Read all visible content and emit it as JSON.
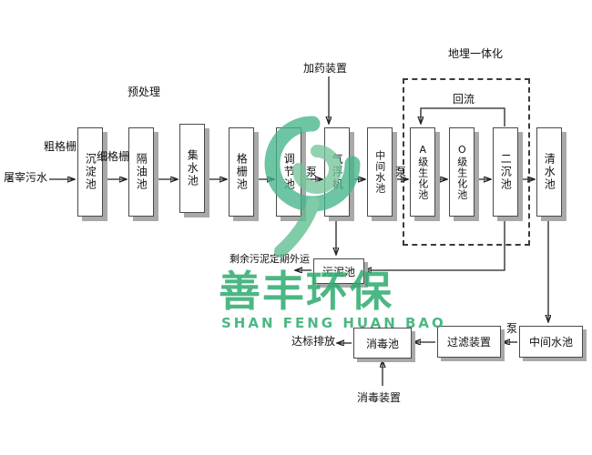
{
  "flow": {
    "source": "屠宰污水",
    "pretreatment_label": "预处理",
    "coarse_screen": "粗格栅",
    "fine_screen": "细格栅",
    "dosing_device": "加药装置",
    "buried_unit_label": "地埋一体化",
    "reflux_label": "回流",
    "pump_label": "泵",
    "tanks": {
      "sedimentation": "沉淀池",
      "oil_separator": "隔油池",
      "collecting": "集水池",
      "screen_tank": "格栅池",
      "regulating": "调节池",
      "air_flotation": "气浮机",
      "intermediate": "中间水池",
      "a_biochemical": "A级生化池",
      "o_biochemical": "O级生化池",
      "secondary_sedimentation": "二沉池",
      "clear_water": "清水池"
    },
    "sludge": {
      "sludge_tank": "污泥池",
      "excess_note": "剩余污泥定期外运"
    },
    "polish": {
      "intermediate": "中间水池",
      "filter_device": "过滤装置",
      "disinfection_tank": "消毒池",
      "disinfection_device": "消毒装置",
      "discharge": "达标排放"
    }
  },
  "watermark": {
    "cn": "善丰环保",
    "en": "SHAN FENG HUAN BAO",
    "color": "#2fab6e"
  }
}
